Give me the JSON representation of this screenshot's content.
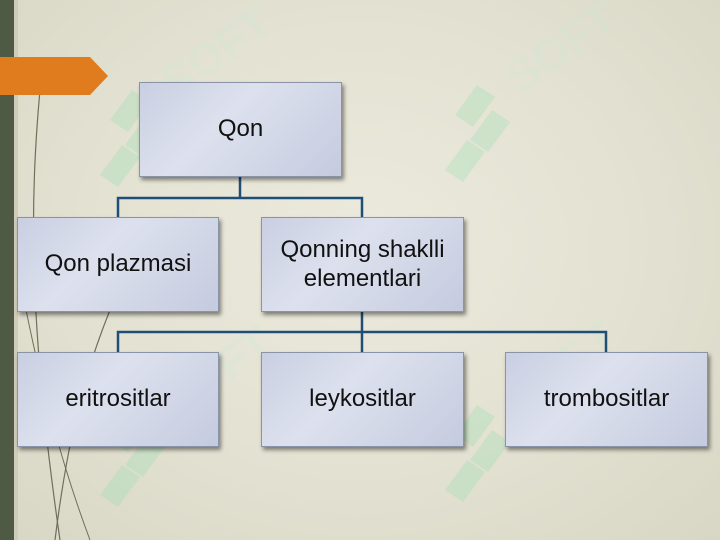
{
  "slide": {
    "background": "#e3e1d1",
    "accent_bar_color": "#4f5a45",
    "tab_color": "#e07b1e",
    "connector_color": "#1f4e79",
    "node_fill": "#d2d7e8"
  },
  "diagram": {
    "root": "Qon",
    "level1": {
      "plasma": "Qon plazmasi",
      "formed_elements_line1": "Qonning shaklli",
      "formed_elements_line2": "elementlari"
    },
    "level2": {
      "erythrocytes": "eritrositlar",
      "leukocytes": "leykositlar",
      "thrombocytes": "trombositlar"
    }
  }
}
